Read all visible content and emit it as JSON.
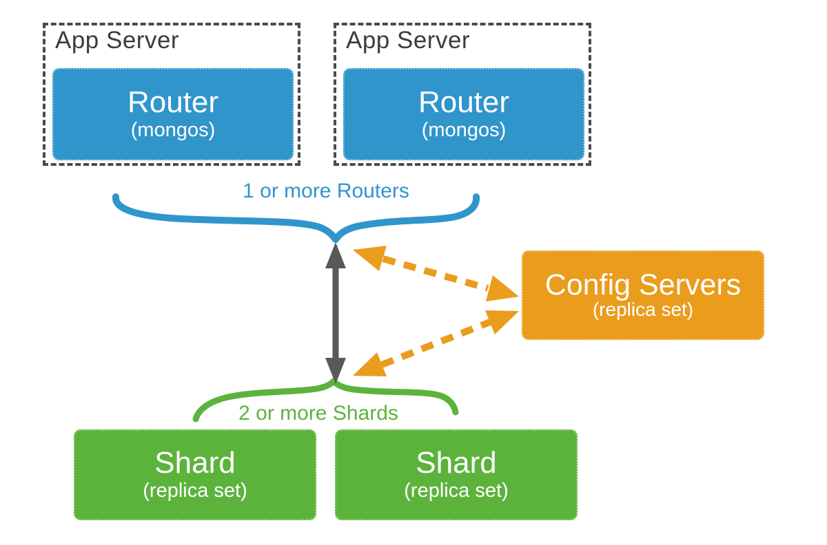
{
  "diagram": {
    "type": "architecture-diagram",
    "subject": "MongoDB sharded cluster"
  },
  "colors": {
    "blue": "#3095cb",
    "orange": "#ea9c1d",
    "green": "#5cb33c",
    "gray_arrow": "#595959",
    "dashed_border": "#4a4a4a",
    "label_text": "#3c3c3c",
    "box_text": "#ffffff",
    "background": "#ffffff"
  },
  "app_servers": [
    {
      "label": "App Server",
      "router": {
        "title": "Router",
        "subtitle": "(mongos)"
      }
    },
    {
      "label": "App Server",
      "router": {
        "title": "Router",
        "subtitle": "(mongos)"
      }
    }
  ],
  "braces": {
    "routers_label": "1 or more Routers",
    "shards_label": "2 or more Shards"
  },
  "config_servers": {
    "title": "Config Servers",
    "subtitle": "(replica set)"
  },
  "shards": [
    {
      "title": "Shard",
      "subtitle": "(replica set)"
    },
    {
      "title": "Shard",
      "subtitle": "(replica set)"
    }
  ]
}
